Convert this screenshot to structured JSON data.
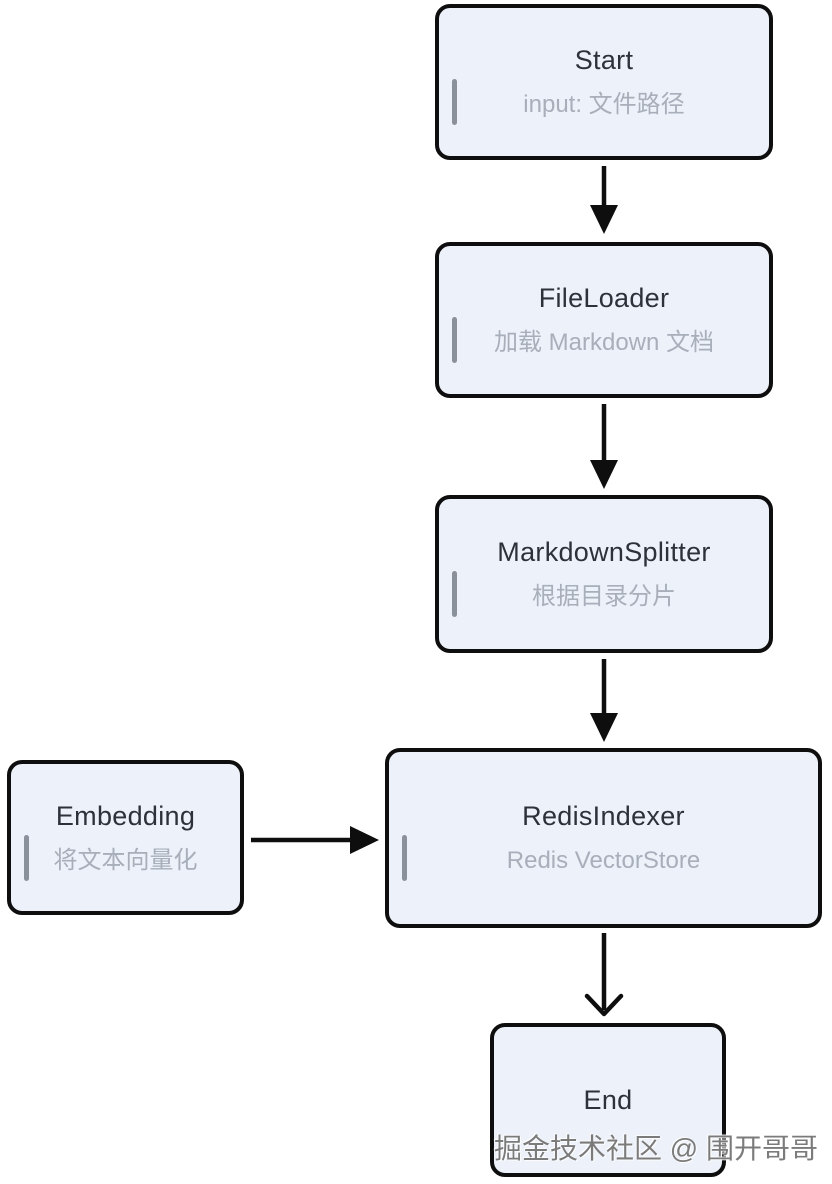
{
  "diagram": {
    "type": "flowchart",
    "direction": "top-down",
    "nodes": [
      {
        "id": "start",
        "title": "Start",
        "subtitle": "input: 文件路径"
      },
      {
        "id": "fileloader",
        "title": "FileLoader",
        "subtitle": "加载 Markdown 文档"
      },
      {
        "id": "mdsplitter",
        "title": "MarkdownSplitter",
        "subtitle": "根据目录分片"
      },
      {
        "id": "embedding",
        "title": "Embedding",
        "subtitle": "将文本向量化"
      },
      {
        "id": "redisindexer",
        "title": "RedisIndexer",
        "subtitle": "Redis VectorStore"
      },
      {
        "id": "end",
        "title": "End",
        "subtitle": ""
      }
    ],
    "edges": [
      {
        "from": "Start",
        "to": "FileLoader",
        "style": "solid-arrow"
      },
      {
        "from": "FileLoader",
        "to": "MarkdownSplitter",
        "style": "solid-arrow"
      },
      {
        "from": "MarkdownSplitter",
        "to": "RedisIndexer",
        "style": "solid-arrow"
      },
      {
        "from": "Embedding",
        "to": "RedisIndexer",
        "style": "solid-arrow"
      },
      {
        "from": "RedisIndexer",
        "to": "End",
        "style": "open-arrow"
      }
    ]
  },
  "watermark": "掘金技术社区 @ 围开哥哥",
  "colors": {
    "node_fill": "#edf1f9",
    "node_border": "#0e0e0e",
    "title_text": "#2d313a",
    "subtitle_text": "#a8aeba",
    "side_bar": "#8b919b",
    "arrow": "#0e0e0e",
    "background": "#ffffff"
  }
}
